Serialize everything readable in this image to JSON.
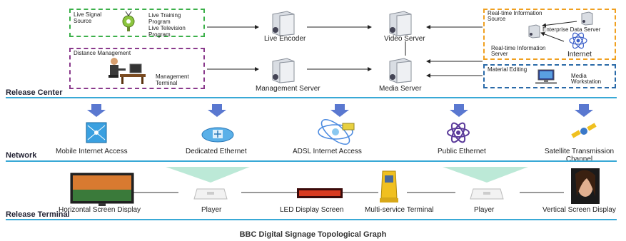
{
  "release_center": {
    "title": "Release Center",
    "live_signal_source": "Live Signal Source",
    "live_training_program": "Live Training Program",
    "live_television_program": "Live Television Program",
    "distance_management": "Distance Management",
    "management_terminal": "Management Terminal",
    "live_encoder": "Live Encoder",
    "video_server": "Video Server",
    "management_server": "Management Server",
    "media_server": "Media Server",
    "realtime_info_source": "Real-time Information Source",
    "enterprise_data_server": "Enterprise Data Server",
    "realtime_info_server": "Real-time Information Server",
    "internet": "Internet",
    "material_editing": "Material Editing",
    "media_workstation": "Media Workstation"
  },
  "network": {
    "title": "Network",
    "items": [
      "Mobile Internet Access",
      "Dedicated Ethernet",
      "ADSL Internet Access",
      "Public Ethernet",
      "Satellite Transmission Channel"
    ]
  },
  "release_terminal": {
    "title": "Release Terminal",
    "items": [
      "Horizontal Screen Display",
      "Player",
      "LED Display Screen",
      "Multi-service Terminal",
      "Player",
      "Vertical Screen Display"
    ]
  },
  "caption": "BBC Digital Signage Topological Graph",
  "colors": {
    "section_rule": "#39a9d6",
    "green_box": "#3cb04a",
    "purple_box": "#8a3a8c",
    "orange_box": "#f0a020",
    "blue_box": "#2a6aa8",
    "arrow": "#5a78d0"
  }
}
